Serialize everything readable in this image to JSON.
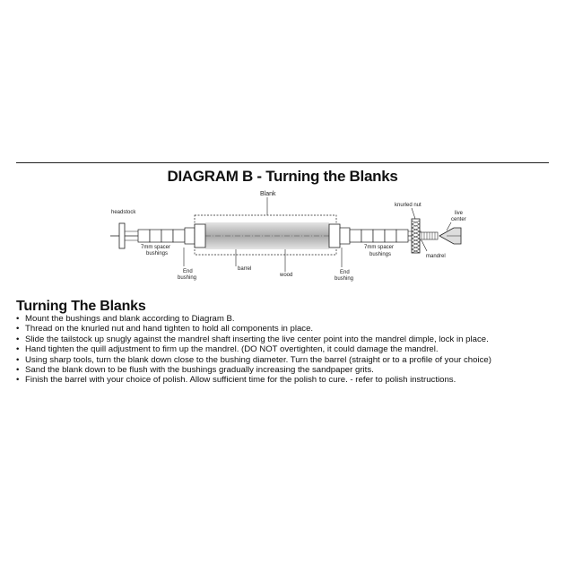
{
  "diagram": {
    "title": "DIAGRAM B - Turning the Blanks",
    "labels": {
      "blank": "Blank",
      "headstock": "headstock",
      "knurled_nut": "knurled nut",
      "live_center_1": "live",
      "live_center_2": "center",
      "spacer_left_1": "7mm spacer",
      "spacer_left_2": "bushings",
      "spacer_right_1": "7mm spacer",
      "spacer_right_2": "bushings",
      "mandrel": "mandrel",
      "end_bushing_left_1": "End",
      "end_bushing_left_2": "bushing",
      "barrel": "barrel",
      "wood": "wood",
      "end_bushing_right_1": "End",
      "end_bushing_right_2": "bushing"
    }
  },
  "instructions": {
    "heading": "Turning The Blanks",
    "steps": [
      "Mount the bushings and blank according to Diagram B.",
      "Thread on the knurled nut and hand tighten to hold all components in place.",
      "Slide the tailstock up snugly against the mandrel shaft inserting the live center point into the mandrel dimple, lock in place.",
      "Hand tighten the quill adjustment to firm up the mandrel. (DO NOT overtighten, it could damage the mandrel.",
      "Using sharp tools, turn the blank down close to the bushing diameter. Turn the barrel (straight or to a profile of your choice)",
      "Sand the blank down to be flush with the bushings gradually increasing the sandpaper grits.",
      "Finish the barrel with your choice of polish. Allow sufficient time for the polish to cure. - refer to polish instructions."
    ]
  },
  "colors": {
    "line": "#222222",
    "blank_fill": "#c8c8c8",
    "blank_core": "#b0b0b0"
  }
}
